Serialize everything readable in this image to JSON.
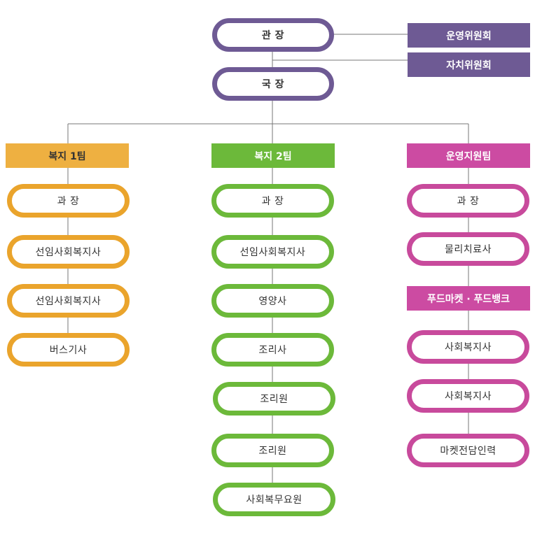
{
  "colors": {
    "top": "#6e5a94",
    "team1": "#eaa42c",
    "team2": "#6cb93a",
    "team3": "#c84a9c",
    "line": "#777777"
  },
  "top": {
    "director": "관 장",
    "chief": "국 장",
    "committee_operation": "운영위원회",
    "committee_autonomy": "자치위원회"
  },
  "teams": [
    {
      "name": "복지 1팀",
      "members": [
        "과 장",
        "선임사회복지사",
        "선임사회복지사",
        "버스기사"
      ]
    },
    {
      "name": "복지 2팀",
      "members": [
        "과 장",
        "선임사회복지사",
        "영양사",
        "조리사",
        "조리원",
        "조리원",
        "사회복무요원"
      ]
    },
    {
      "name": "운영지원팀",
      "members": [
        "과 장",
        "물리치료사"
      ],
      "subunit": {
        "name": "푸드마켓 · 푸드뱅크",
        "members": [
          "사회복지사",
          "사회복지사",
          "마켓전담인력"
        ]
      }
    }
  ]
}
